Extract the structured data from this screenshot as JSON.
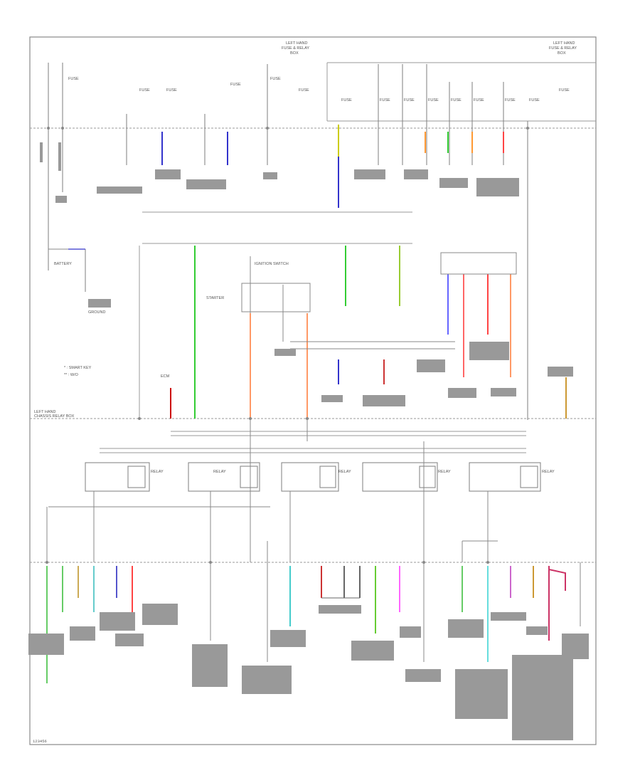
{
  "diagram": {
    "headers": {
      "top_center": [
        "LEFT HAND",
        "FUSE & RELAY",
        "BOX"
      ],
      "top_right": [
        "LEFT HAND",
        "FUSE & RELAY",
        "BOX"
      ],
      "mid_left": [
        "LEFT HAND",
        "CHASSIS RELAY BOX"
      ]
    },
    "legend": [
      "* : SMART KEY",
      "** : W/O"
    ],
    "fuses_top_left": [
      "FUSE",
      "FUSE",
      "FUSE",
      "FUSE",
      "FUSE",
      "FUSE"
    ],
    "fuses_top_right": [
      "FUSE",
      "FUSE",
      "FUSE",
      "FUSE",
      "FUSE",
      "FUSE",
      "FUSE",
      "FUSE",
      "FUSE"
    ],
    "relays": [
      "RELAY",
      "RELAY",
      "RELAY",
      "RELAY",
      "RELAY"
    ],
    "labels": {
      "battery": "BATTERY",
      "ground": "GROUND",
      "ignition_switch": "IGNITION SWITCH",
      "starter": "STARTER",
      "ecm": "ECM"
    },
    "footer_code": "123456"
  }
}
